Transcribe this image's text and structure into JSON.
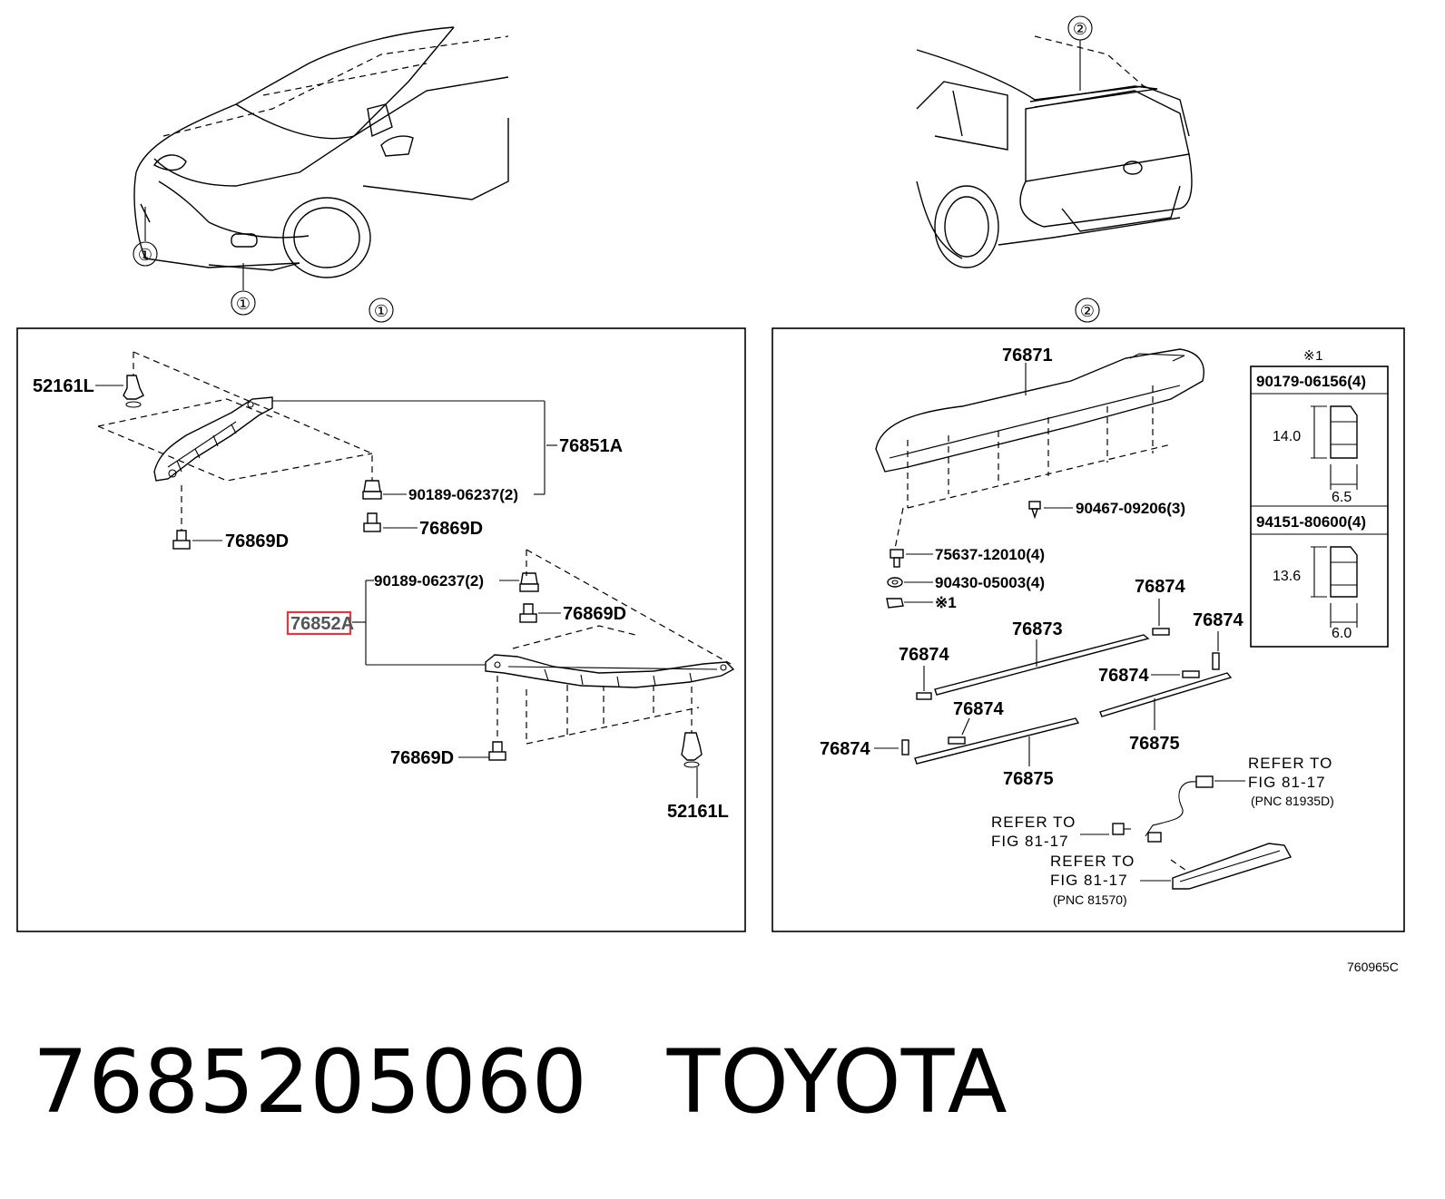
{
  "callouts": {
    "c1": "①",
    "c2": "②"
  },
  "panel1": {
    "labels": {
      "clip_top": "52161L",
      "bracket_left": "76851A",
      "nut_a": "90189-06237(2)",
      "screw_a": "76869D",
      "screw_b": "76869D",
      "nut_b": "90189-06237(2)",
      "screw_c": "76869D",
      "bracket_right": "76852A",
      "screw_d": "76869D",
      "clip_bottom": "52161L"
    },
    "highlighted_part": "76852A"
  },
  "panel2": {
    "labels": {
      "spoiler": "76871",
      "screw_spoiler": "90467-09206(3)",
      "stud": "75637-12010(4)",
      "washer": "90430-05003(4)",
      "nut_mark": "※1",
      "mold_upper": "76873",
      "pad_1": "76874",
      "pad_2": "76874",
      "pad_3": "76874",
      "pad_4": "76874",
      "pad_5": "76874",
      "pad_6": "76874",
      "mold_lower_left": "76875",
      "mold_lower_right": "76875"
    },
    "refs": {
      "ref_a_line1": "REFER TO",
      "ref_a_line2": "FIG 81-17",
      "ref_a_line3": "(PNC 81935D)",
      "ref_b_line1": "REFER TO",
      "ref_b_line2": "FIG 81-17",
      "ref_c_line1": "REFER TO",
      "ref_c_line2": "FIG 81-17",
      "ref_c_line3": "(PNC 81570)"
    },
    "inset": {
      "mark": "※1",
      "nut1_part": "90179-06156(4)",
      "nut1_height": "14.0",
      "nut1_width": "6.5",
      "nut2_part": "94151-80600(4)",
      "nut2_height": "13.6",
      "nut2_width": "6.0"
    }
  },
  "figure_code": "760965C",
  "footer": {
    "part_number": "7685205060",
    "brand": "TOYOTA"
  }
}
